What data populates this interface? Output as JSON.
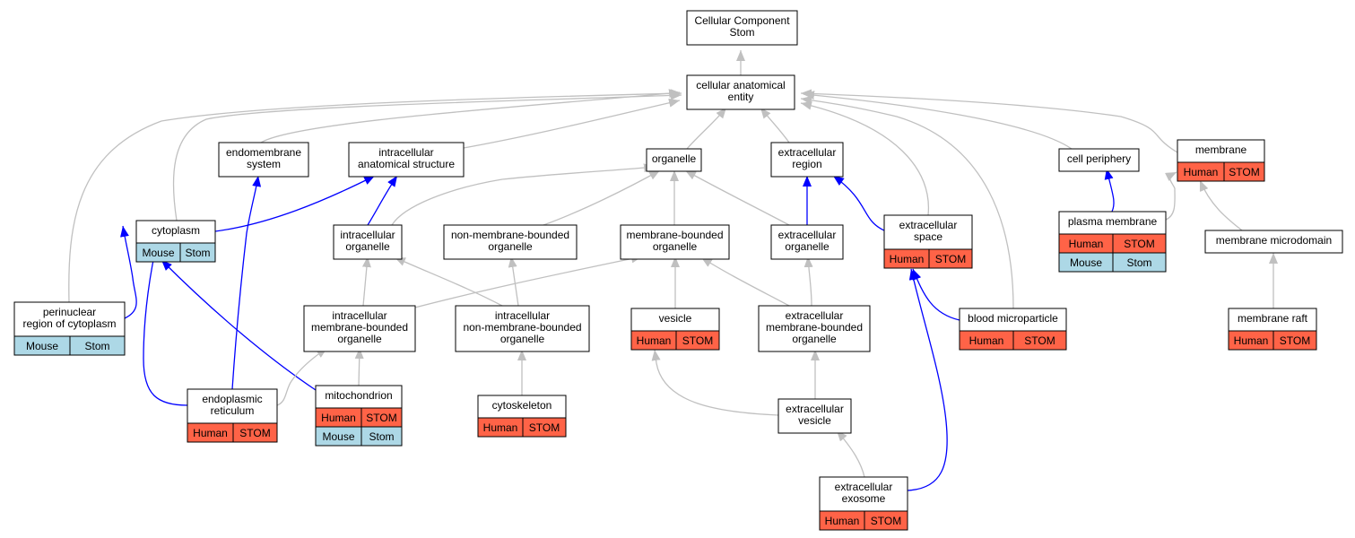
{
  "colors": {
    "human": "#ff6347",
    "mouse": "#add8e6",
    "annotated_edge": "#0000ff",
    "ontology_edge": "#c0c0c0",
    "node_border": "#000000"
  },
  "nodes": [
    {
      "id": "cc",
      "lines": [
        "Cellular Component",
        "Stom"
      ],
      "tags": []
    },
    {
      "id": "cae",
      "lines": [
        "cellular anatomical",
        "entity"
      ],
      "tags": []
    },
    {
      "id": "endo",
      "lines": [
        "endomembrane",
        "system"
      ],
      "tags": []
    },
    {
      "id": "ias",
      "lines": [
        "intracellular",
        "anatomical structure"
      ],
      "tags": []
    },
    {
      "id": "org",
      "lines": [
        "organelle"
      ],
      "tags": []
    },
    {
      "id": "er",
      "lines": [
        "extracellular",
        "region"
      ],
      "tags": []
    },
    {
      "id": "cp",
      "lines": [
        "cell periphery"
      ],
      "tags": []
    },
    {
      "id": "mem",
      "lines": [
        "membrane"
      ],
      "tags": [
        [
          "Human",
          "STOM"
        ]
      ]
    },
    {
      "id": "cyto",
      "lines": [
        "cytoplasm"
      ],
      "tags": [
        [
          "Mouse",
          "Stom"
        ]
      ]
    },
    {
      "id": "io",
      "lines": [
        "intracellular",
        "organelle"
      ],
      "tags": []
    },
    {
      "id": "nmbo",
      "lines": [
        "non-membrane-bounded",
        "organelle"
      ],
      "tags": []
    },
    {
      "id": "mbo",
      "lines": [
        "membrane-bounded",
        "organelle"
      ],
      "tags": []
    },
    {
      "id": "eo",
      "lines": [
        "extracellular",
        "organelle"
      ],
      "tags": []
    },
    {
      "id": "es",
      "lines": [
        "extracellular",
        "space"
      ],
      "tags": [
        [
          "Human",
          "STOM"
        ]
      ]
    },
    {
      "id": "pm",
      "lines": [
        "plasma membrane"
      ],
      "tags": [
        [
          "Human",
          "STOM"
        ],
        [
          "Mouse",
          "Stom"
        ]
      ]
    },
    {
      "id": "mmd",
      "lines": [
        "membrane microdomain"
      ],
      "tags": []
    },
    {
      "id": "prc",
      "lines": [
        "perinuclear",
        "region of cytoplasm"
      ],
      "tags": [
        [
          "Mouse",
          "Stom"
        ]
      ]
    },
    {
      "id": "imbo",
      "lines": [
        "intracellular",
        "membrane-bounded",
        "organelle"
      ],
      "tags": []
    },
    {
      "id": "inmbo",
      "lines": [
        "intracellular",
        "non-membrane-bounded",
        "organelle"
      ],
      "tags": []
    },
    {
      "id": "ves",
      "lines": [
        "vesicle"
      ],
      "tags": [
        [
          "Human",
          "STOM"
        ]
      ]
    },
    {
      "id": "embo",
      "lines": [
        "extracellular",
        "membrane-bounded",
        "organelle"
      ],
      "tags": []
    },
    {
      "id": "bmp",
      "lines": [
        "blood microparticle"
      ],
      "tags": [
        [
          "Human",
          "STOM"
        ]
      ]
    },
    {
      "id": "raft",
      "lines": [
        "membrane raft"
      ],
      "tags": [
        [
          "Human",
          "STOM"
        ]
      ]
    },
    {
      "id": "eret",
      "lines": [
        "endoplasmic",
        "reticulum"
      ],
      "tags": [
        [
          "Human",
          "STOM"
        ]
      ]
    },
    {
      "id": "mito",
      "lines": [
        "mitochondrion"
      ],
      "tags": [
        [
          "Human",
          "STOM"
        ],
        [
          "Mouse",
          "Stom"
        ]
      ]
    },
    {
      "id": "csk",
      "lines": [
        "cytoskeleton"
      ],
      "tags": [
        [
          "Human",
          "STOM"
        ]
      ]
    },
    {
      "id": "ev",
      "lines": [
        "extracellular",
        "vesicle"
      ],
      "tags": []
    },
    {
      "id": "exo",
      "lines": [
        "extracellular",
        "exosome"
      ],
      "tags": [
        [
          "Human",
          "STOM"
        ]
      ]
    }
  ],
  "edges": [
    {
      "child": "cae",
      "parent": "cc",
      "kind": "is_a"
    },
    {
      "child": "endo",
      "parent": "cae",
      "kind": "is_a"
    },
    {
      "child": "ias",
      "parent": "cae",
      "kind": "is_a"
    },
    {
      "child": "org",
      "parent": "cae",
      "kind": "is_a"
    },
    {
      "child": "er",
      "parent": "cae",
      "kind": "is_a"
    },
    {
      "child": "cp",
      "parent": "cae",
      "kind": "is_a"
    },
    {
      "child": "mem",
      "parent": "cae",
      "kind": "is_a"
    },
    {
      "child": "cyto",
      "parent": "cae",
      "kind": "is_a"
    },
    {
      "child": "prc",
      "parent": "cae",
      "kind": "is_a"
    },
    {
      "child": "es",
      "parent": "cae",
      "kind": "is_a"
    },
    {
      "child": "bmp",
      "parent": "cae",
      "kind": "is_a"
    },
    {
      "child": "cyto",
      "parent": "ias",
      "kind": "part_of"
    },
    {
      "child": "io",
      "parent": "ias",
      "kind": "part_of"
    },
    {
      "child": "io",
      "parent": "org",
      "kind": "is_a"
    },
    {
      "child": "nmbo",
      "parent": "org",
      "kind": "is_a"
    },
    {
      "child": "mbo",
      "parent": "org",
      "kind": "is_a"
    },
    {
      "child": "eo",
      "parent": "org",
      "kind": "is_a"
    },
    {
      "child": "eo",
      "parent": "er",
      "kind": "part_of"
    },
    {
      "child": "es",
      "parent": "er",
      "kind": "part_of"
    },
    {
      "child": "pm",
      "parent": "cp",
      "kind": "part_of"
    },
    {
      "child": "pm",
      "parent": "mem",
      "kind": "is_a"
    },
    {
      "child": "mmd",
      "parent": "mem",
      "kind": "is_a"
    },
    {
      "child": "prc",
      "parent": "cyto",
      "kind": "part_of"
    },
    {
      "child": "imbo",
      "parent": "io",
      "kind": "is_a"
    },
    {
      "child": "inmbo",
      "parent": "io",
      "kind": "is_a"
    },
    {
      "child": "inmbo",
      "parent": "nmbo",
      "kind": "is_a"
    },
    {
      "child": "imbo",
      "parent": "mbo",
      "kind": "is_a"
    },
    {
      "child": "ves",
      "parent": "mbo",
      "kind": "is_a"
    },
    {
      "child": "embo",
      "parent": "mbo",
      "kind": "is_a"
    },
    {
      "child": "embo",
      "parent": "eo",
      "kind": "is_a"
    },
    {
      "child": "bmp",
      "parent": "es",
      "kind": "part_of"
    },
    {
      "child": "exo",
      "parent": "es",
      "kind": "part_of"
    },
    {
      "child": "raft",
      "parent": "mmd",
      "kind": "is_a"
    },
    {
      "child": "eret",
      "parent": "endo",
      "kind": "part_of"
    },
    {
      "child": "eret",
      "parent": "cyto",
      "kind": "part_of"
    },
    {
      "child": "mito",
      "parent": "cyto",
      "kind": "part_of"
    },
    {
      "child": "eret",
      "parent": "imbo",
      "kind": "is_a"
    },
    {
      "child": "mito",
      "parent": "imbo",
      "kind": "is_a"
    },
    {
      "child": "csk",
      "parent": "inmbo",
      "kind": "is_a"
    },
    {
      "child": "ev",
      "parent": "ves",
      "kind": "is_a"
    },
    {
      "child": "ev",
      "parent": "embo",
      "kind": "is_a"
    },
    {
      "child": "exo",
      "parent": "ev",
      "kind": "is_a"
    }
  ]
}
